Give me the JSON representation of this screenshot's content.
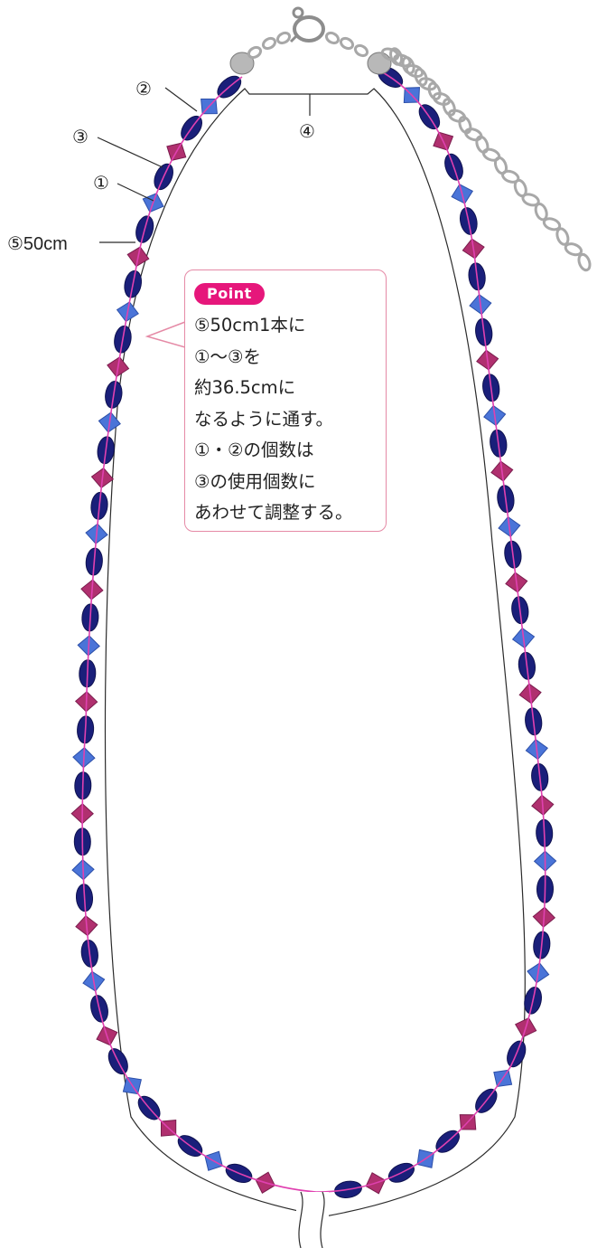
{
  "labels": {
    "label_2": "②",
    "label_3": "③",
    "label_1": "①",
    "label_5": "⑤50cm",
    "label_4": "④"
  },
  "point": {
    "badge": "Point",
    "lines": [
      "⑤50cm1本に",
      "①～③を",
      "約36.5cmに",
      "なるように通す。",
      "①・②の個数は",
      "③の使用個数に",
      "あわせて調整する。"
    ]
  },
  "colors": {
    "navy_bead": "#1a1f7a",
    "blue_bead": "#4a74d8",
    "magenta_bead": "#b0306f",
    "wire": "#e040b0",
    "point_badge": "#e6177b",
    "point_border": "#e58aa6",
    "metal": "#a8a8a8"
  },
  "icons": {
    "clasp": "lobster-clasp-icon",
    "chain": "extender-chain-icon"
  }
}
